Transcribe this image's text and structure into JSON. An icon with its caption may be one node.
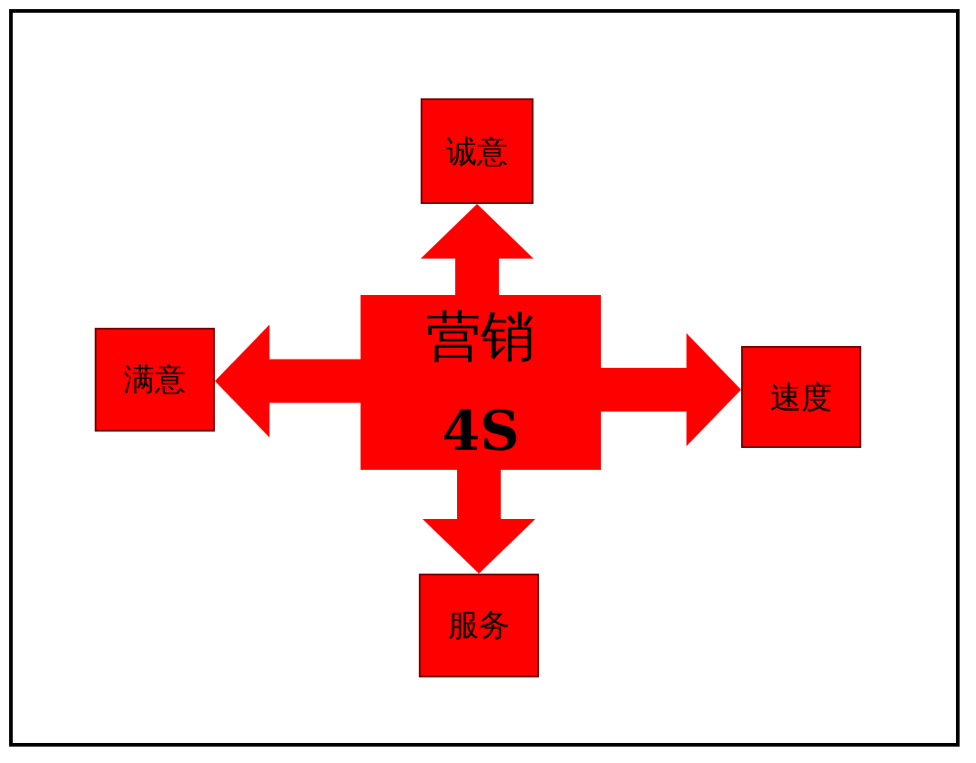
{
  "diagram": {
    "nodes": [
      {
        "text": [
          "营销",
          "4S"
        ]
      },
      {
        "text": [
          "诚意"
        ]
      },
      {
        "text": [
          "满意"
        ]
      },
      {
        "text": [
          "速度"
        ]
      },
      {
        "text": [
          "服务"
        ]
      }
    ],
    "edges": [
      {
        "from": 0,
        "to": 1,
        "arrow": "to"
      },
      {
        "from": 0,
        "to": 2,
        "arrow": "to"
      },
      {
        "from": 0,
        "to": 3,
        "arrow": "to"
      },
      {
        "from": 0,
        "to": 4,
        "arrow": "to"
      }
    ]
  }
}
